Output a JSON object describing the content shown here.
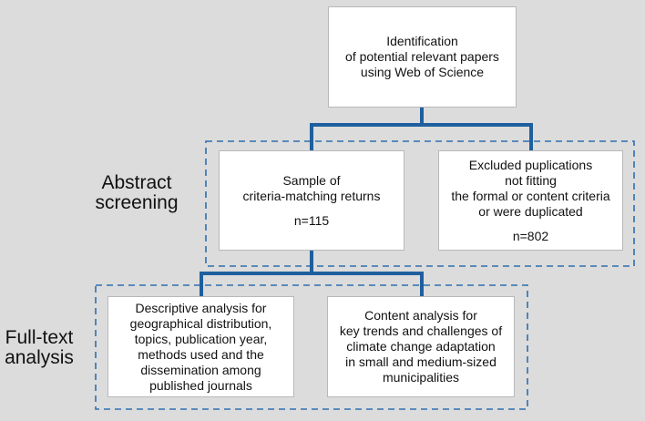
{
  "colors": {
    "background": "#dcdcdc",
    "connector": "#1f5f9e",
    "dashed_border": "#2e6fb0",
    "box_fill": "#ffffff"
  },
  "nodes": {
    "identification": {
      "lines": [
        "Identification",
        "of potential relevant papers",
        "using Web of Science"
      ]
    },
    "sample": {
      "lines": [
        "Sample of",
        "criteria-matching returns"
      ],
      "count": "n=115"
    },
    "excluded": {
      "lines": [
        "Excluded puplications",
        "not fitting",
        "the formal or content criteria",
        "or were duplicated"
      ],
      "count": "n=802"
    },
    "descriptive": {
      "lines": [
        "Descriptive analysis for",
        "geographical distribution,",
        "topics, publication year,",
        "methods used and the",
        "dissemination among",
        "published journals"
      ]
    },
    "content": {
      "lines": [
        "Content analysis for",
        "key trends and challenges of",
        "climate change adaptation",
        "in small and medium-sized",
        "municipalities"
      ]
    }
  },
  "stages": {
    "abstract": {
      "lines": [
        "Abstract",
        "screening"
      ]
    },
    "fulltext": {
      "lines": [
        "Full-text",
        "analysis"
      ]
    }
  }
}
